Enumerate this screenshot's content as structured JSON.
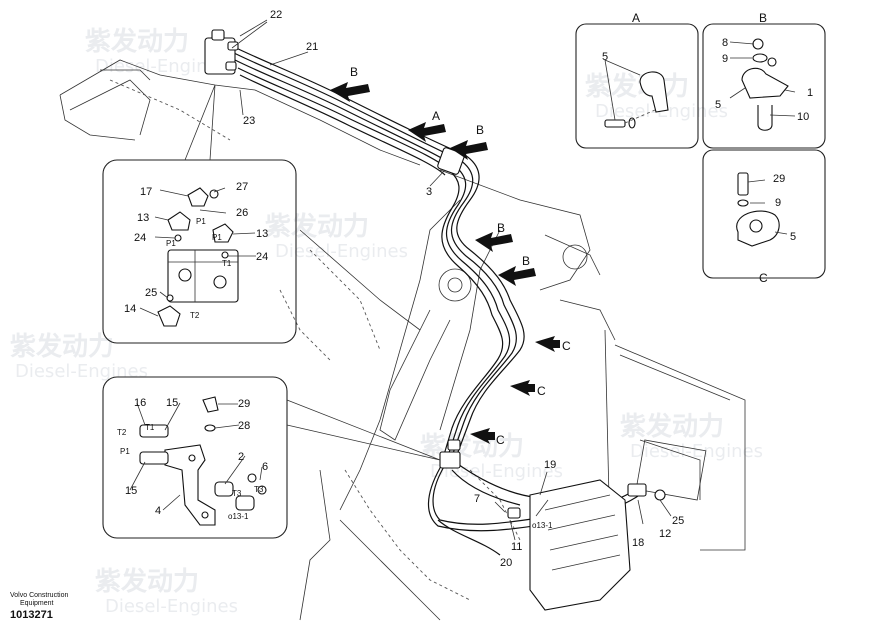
{
  "footer": {
    "company_line1": "Volvo Construction",
    "company_line2": "Equipment",
    "drawing_number": "1013271"
  },
  "watermark": {
    "line1": "紫发动力",
    "line2": "Diesel-Engines"
  },
  "views": {
    "A": "A",
    "B": "B",
    "C": "C"
  },
  "arrow_labels": {
    "a": "A",
    "b": "B",
    "c": "C"
  },
  "callouts": {
    "p1": "1",
    "p2": "2",
    "p3": "3",
    "p4": "4",
    "p5": "5",
    "p6": "6",
    "p7": "7",
    "p9": "9",
    "p10": "10",
    "p11": "11",
    "p12": "12",
    "p13": "13",
    "p14": "14",
    "p15": "15",
    "p16": "16",
    "p17": "17",
    "p18": "18",
    "p19": "19",
    "p20": "20",
    "p21": "21",
    "p22": "22",
    "p23": "23",
    "p24": "24",
    "p25": "25",
    "p26": "26",
    "p27": "27",
    "p28": "28",
    "p29": "29",
    "p8": "8"
  },
  "port_labels": {
    "P1": "P1",
    "T1": "T1",
    "T2": "T2",
    "T3": "T3",
    "o13": "o13-1"
  }
}
